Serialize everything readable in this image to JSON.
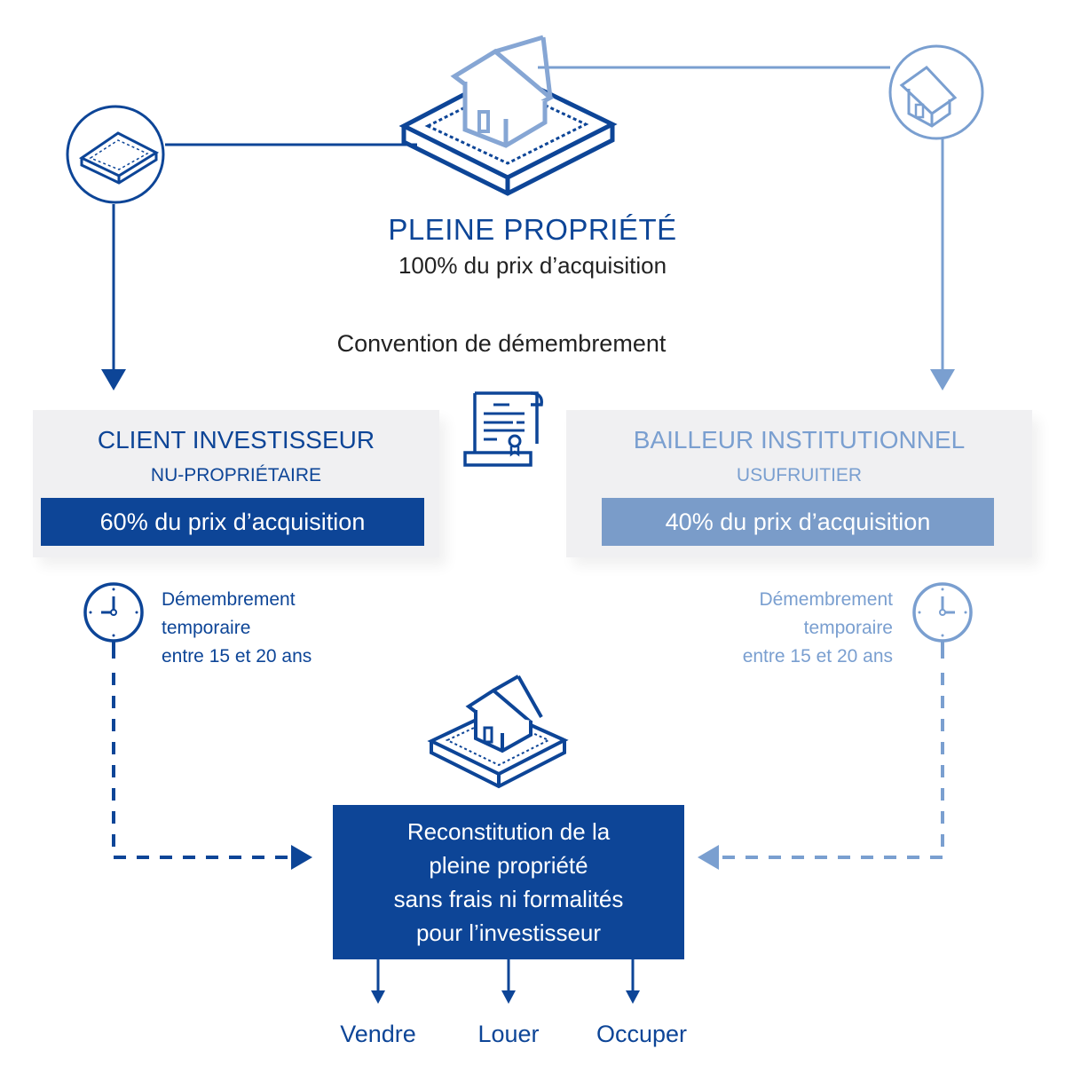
{
  "colors": {
    "dark_blue": "#0d4597",
    "light_blue": "#7a9fd0",
    "panel_bg": "#f0f0f2",
    "text_dark": "#222222"
  },
  "top": {
    "title": "PLEINE PROPRIÉTÉ",
    "subtitle": "100% du prix d’acquisition",
    "icon": "house-on-land-icon"
  },
  "convention": {
    "label": "Convention de démembrement",
    "icon": "contract-scroll-icon"
  },
  "left_branch": {
    "icon": "land-plot-icon",
    "panel": {
      "title": "CLIENT INVESTISSEUR",
      "role": "NU-PROPRIÉTAIRE",
      "share": "60% du prix d’acquisition"
    },
    "duration": {
      "icon": "clock-icon",
      "lines": [
        "Démembrement",
        "temporaire",
        "entre 15 et 20 ans"
      ]
    }
  },
  "right_branch": {
    "icon": "house-icon",
    "panel": {
      "title": "BAILLEUR INSTITUTIONNEL",
      "role": "USUFRUITIER",
      "share": "40% du prix d’acquisition"
    },
    "duration": {
      "icon": "clock-icon",
      "lines": [
        "Démembrement",
        "temporaire",
        "entre 15 et 20 ans"
      ]
    }
  },
  "result": {
    "icon": "house-on-land-icon",
    "lines": [
      "Reconstitution de la",
      "pleine propriété",
      "sans frais ni formalités",
      "pour l’investisseur"
    ],
    "outcomes": [
      "Vendre",
      "Louer",
      "Occuper"
    ]
  }
}
